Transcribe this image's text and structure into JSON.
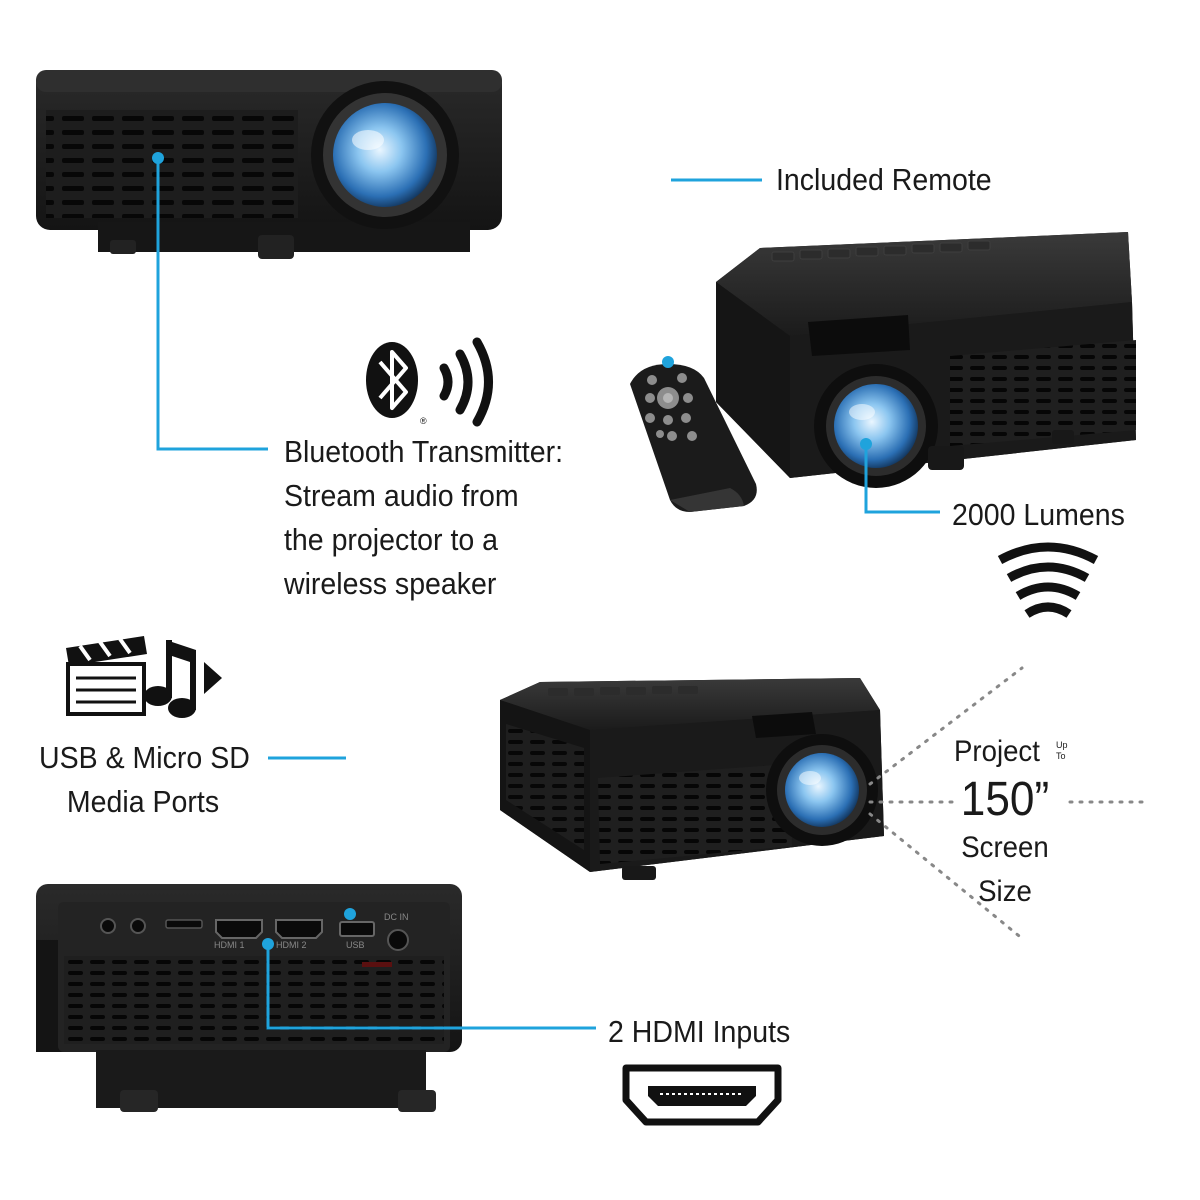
{
  "callouts": {
    "remote": "Included Remote",
    "bluetooth": [
      "Bluetooth Transmitter:",
      "Stream audio from",
      "the projector to a",
      "wireless speaker"
    ],
    "lumens": "2000 Lumens",
    "media_ports": [
      "USB & Micro SD",
      "Media Ports"
    ],
    "hdmi": "2 HDMI Inputs"
  },
  "screen_size": {
    "project": "Project",
    "up": "Up",
    "to": "To",
    "size_value": "150”",
    "screen": "Screen",
    "size": "Size"
  },
  "port_labels": {
    "hdmi1": "HDMI 1",
    "hdmi2": "HDMI 2",
    "usb": "USB",
    "dc_in": "DC IN"
  },
  "icons": [
    "bluetooth-icon",
    "wireless-waves-icon",
    "brightness-waves-icon",
    "clapperboard-icon",
    "music-note-icon",
    "play-arrow-icon",
    "hdmi-port-icon"
  ],
  "colors": {
    "callout_line": "#1fa3dc",
    "projector_body": "#1e1e1e",
    "lens_blue": "#6fb2e8"
  }
}
